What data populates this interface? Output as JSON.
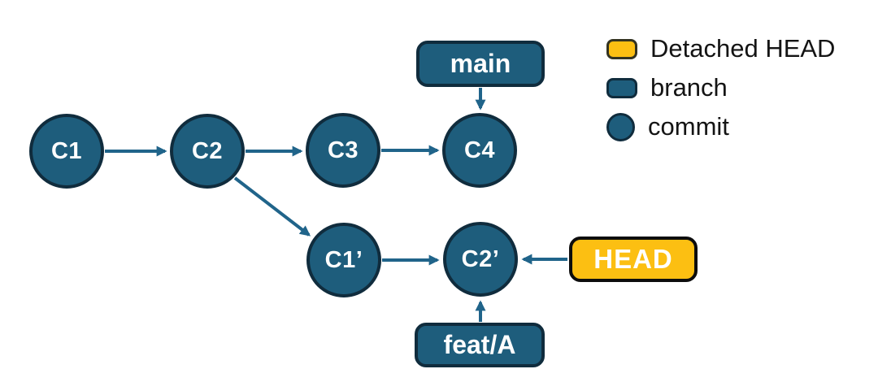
{
  "diagram": {
    "title_hint": "git commit graph with detached HEAD",
    "colors": {
      "node_fill": "#1E5D7C",
      "node_border": "#102C3D",
      "arrow": "#20648A",
      "detached_head_fill": "#FCBF12",
      "head_border": "#0D0D0D",
      "label_text_light": "#FFFFFF",
      "legend_text_dark": "#141414",
      "background": "#FFFFFF"
    },
    "nodes": {
      "c1": {
        "label": "C1"
      },
      "c2": {
        "label": "C2"
      },
      "c3": {
        "label": "C3"
      },
      "c4": {
        "label": "C4"
      },
      "c1p": {
        "label": "C1’"
      },
      "c2p": {
        "label": "C2’"
      }
    },
    "labels": {
      "main": "main",
      "head": "HEAD",
      "feat": "feat/A"
    },
    "legend": {
      "items": [
        {
          "swatch": "detached-head-swatch",
          "label": "Detached HEAD"
        },
        {
          "swatch": "branch-swatch",
          "label": "branch"
        },
        {
          "swatch": "commit-swatch",
          "label": "commit"
        }
      ]
    }
  }
}
